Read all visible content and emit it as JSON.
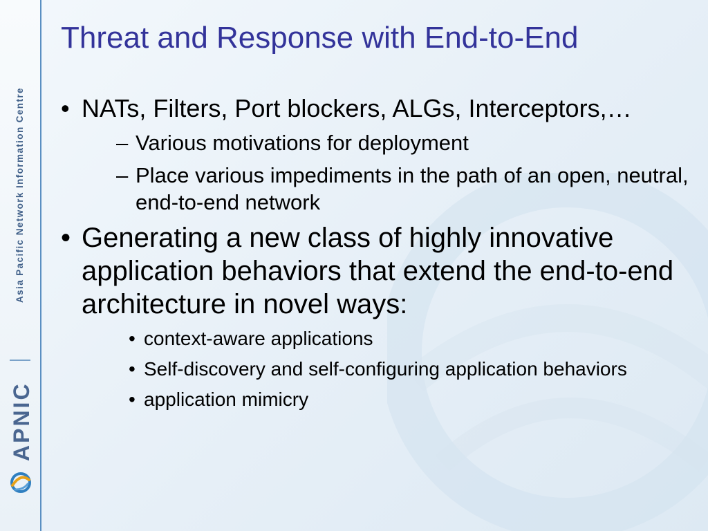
{
  "sidebar": {
    "org_name": "Asia Pacific Network Information Centre",
    "logo_text": "APNIC",
    "logo_icon": "apnic-swirl-icon",
    "accent_color": "#5a8fc2"
  },
  "slide": {
    "title": "Threat and Response with End-to-End",
    "title_color": "#33339a",
    "bullet_glyph": "•",
    "dash_glyph": "–",
    "bullets": [
      {
        "text": "NATs, Filters, Port blockers, ALGs, Interceptors,…",
        "sub": [
          "Various motivations for deployment",
          "Place various impediments in the path of an open, neutral, end-to-end network"
        ]
      },
      {
        "text": "Generating a new class of highly innovative application behaviors that extend the end-to-end architecture in novel ways:",
        "sub": [
          "context-aware applications",
          "Self-discovery and self-configuring application behaviors",
          "application mimicry"
        ]
      }
    ]
  }
}
